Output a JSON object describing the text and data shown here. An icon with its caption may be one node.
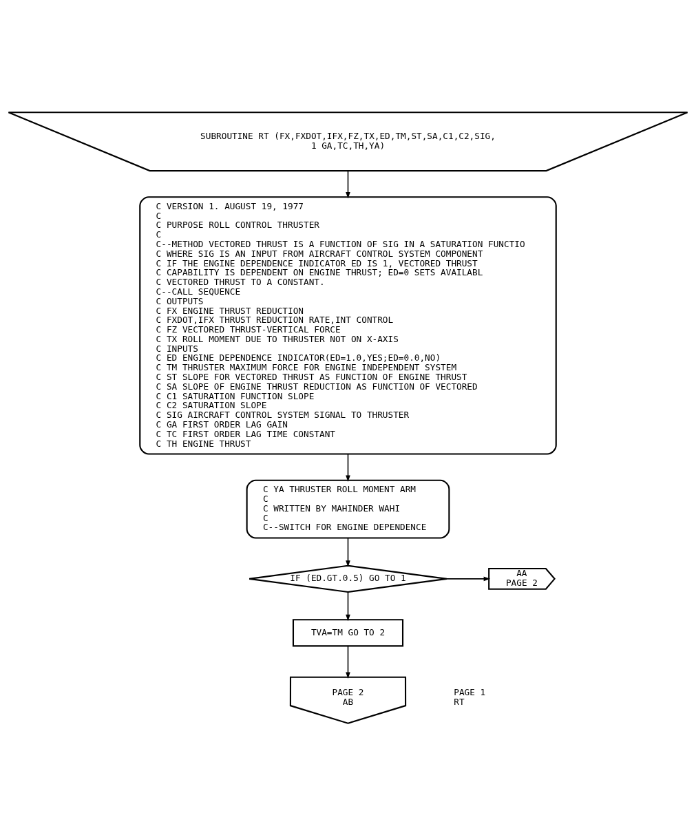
{
  "diagram": {
    "nodes": [
      {
        "text": [
          "SUBROUTINE RT (FX,FXDOT,IFX,FZ,TX,ED,TM,ST,SA,C1,C2,SIG,",
          "1 GA,TC,TH,YA)"
        ]
      },
      {
        "text": [
          "C VERSION 1. AUGUST 19, 1977",
          "C",
          "C PURPOSE ROLL CONTROL THRUSTER",
          "C",
          "C--METHOD VECTORED THRUST IS A FUNCTION OF SIG IN A SATURATION FUNCTIO",
          "C WHERE SIG IS AN INPUT FROM AIRCRAFT CONTROL SYSTEM COMPONENT",
          "C IF THE ENGINE DEPENDENCE INDICATOR ED IS 1, VECTORED THRUST",
          "C CAPABILITY IS DEPENDENT ON ENGINE THRUST; ED=0 SETS AVAILABL",
          "C VECTORED THRUST TO A CONSTANT.",
          "C--CALL SEQUENCE",
          "C OUTPUTS",
          "C FX ENGINE THRUST REDUCTION",
          "C FXDOT,IFX THRUST REDUCTION RATE,INT CONTROL",
          "C FZ VECTORED THRUST-VERTICAL FORCE",
          "C TX ROLL MOMENT DUE TO THRUSTER NOT ON X-AXIS",
          "C INPUTS",
          "C ED ENGINE DEPENDENCE INDICATOR(ED=1.0,YES;ED=0.0,NO)",
          "C TM THRUSTER MAXIMUM FORCE FOR ENGINE INDEPENDENT SYSTEM",
          "C ST SLOPE FOR VECTORED THRUST AS FUNCTION OF ENGINE THRUST",
          "C SA SLOPE OF ENGINE THRUST REDUCTION AS FUNCTION OF VECTORED",
          "C C1 SATURATION FUNCTION SLOPE",
          "C C2 SATURATION SLOPE",
          "C SIG AIRCRAFT CONTROL SYSTEM SIGNAL TO THRUSTER",
          "C GA FIRST ORDER LAG GAIN",
          "C TC FIRST ORDER LAG TIME CONSTANT",
          "C TH ENGINE THRUST"
        ]
      },
      {
        "text": [
          "C YA THRUSTER ROLL MOMENT ARM",
          "C",
          "C WRITTEN BY MAHINDER WAHI",
          "C",
          "C--SWITCH FOR ENGINE DEPENDENCE"
        ]
      },
      {
        "text": [
          "IF (ED.GT.0.5) GO TO 1"
        ]
      },
      {
        "text": [
          "TVA=TM GO TO 2"
        ]
      },
      {
        "text": [
          "AA",
          "PAGE 2"
        ]
      },
      {
        "text": [
          "PAGE 2",
          "AB"
        ]
      }
    ],
    "edges": [
      {
        "from": 0,
        "to": 1,
        "arrow": "to"
      },
      {
        "from": 1,
        "to": 2,
        "arrow": "to"
      },
      {
        "from": 2,
        "to": 3,
        "arrow": "to"
      },
      {
        "from": 3,
        "to": 5,
        "arrow": "to"
      },
      {
        "from": 3,
        "to": 4,
        "arrow": "to"
      },
      {
        "from": 4,
        "to": 6,
        "arrow": "to"
      }
    ],
    "labels": [
      "PAGE 1",
      "RT"
    ]
  }
}
